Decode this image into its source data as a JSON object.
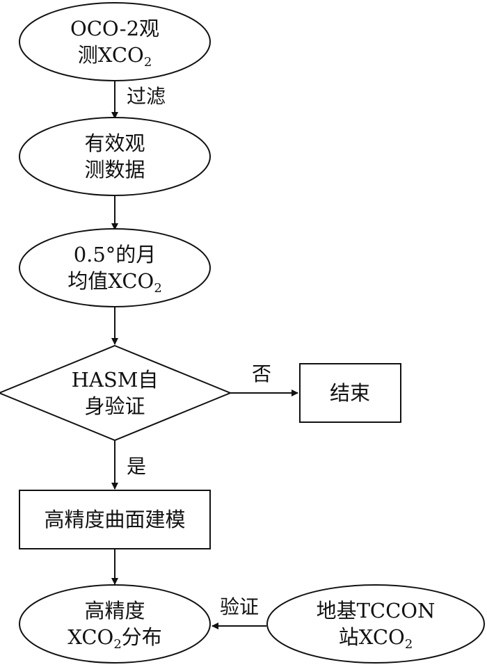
{
  "diagram": {
    "nodes": {
      "oco2": {
        "line1": "OCO-2观",
        "line2_main": "测XCO",
        "line2_sub": "2"
      },
      "valid": {
        "line1": "有效观",
        "line2": "测数据"
      },
      "monthly": {
        "line1": "0.5°的月",
        "line2_main": "均值XCO",
        "line2_sub": "2"
      },
      "hasm": {
        "line1": "HASM自",
        "line2": "身验证"
      },
      "end": {
        "label": "结束"
      },
      "modeling": {
        "label": "高精度曲面建模"
      },
      "dist": {
        "line1": "高精度",
        "line2_a": "XCO",
        "line2_sub": "2",
        "line2_b": "分布"
      },
      "tccon": {
        "line1": "地基TCCON",
        "line2_a": "站XCO",
        "line2_sub": "2"
      }
    },
    "edges": {
      "filter": "过滤",
      "no": "否",
      "yes": "是",
      "validate": "验证"
    }
  }
}
